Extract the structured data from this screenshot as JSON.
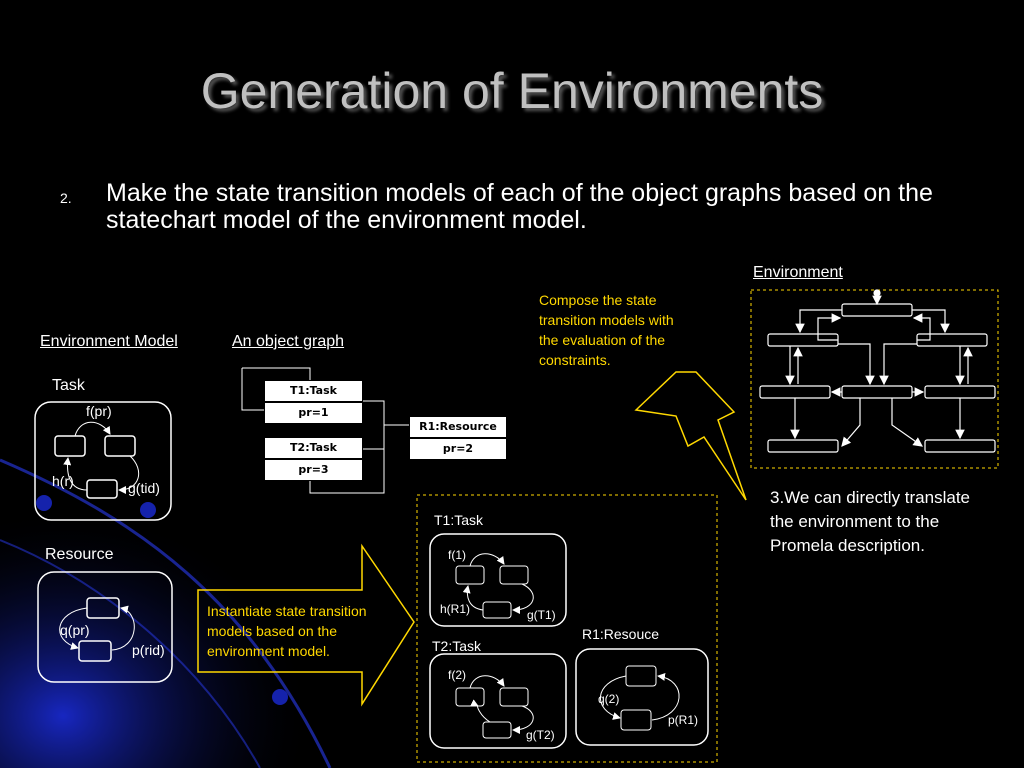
{
  "slide": {
    "title": "Generation of Environments",
    "bullet_number": "2.",
    "bullet_text": "Make the state transition models of each of the object graphs based on the statechart model of the environment model."
  },
  "labels": {
    "environment_model": "Environment Model",
    "object_graph": "An object graph",
    "environment": "Environment",
    "task": "Task",
    "resource": "Resource",
    "t1_task": "T1:Task",
    "t2_task": "T2:Task",
    "r1_resouce": "R1:Resouce"
  },
  "object_graph": {
    "t1_name": "T1:Task",
    "t1_attr": "pr=1",
    "t2_name": "T2:Task",
    "t2_attr": "pr=3",
    "r1_name": "R1:Resource",
    "r1_attr": "pr=2"
  },
  "transitions": {
    "task_f": "f(pr)",
    "task_h": "h(r)",
    "task_g": "g(tid)",
    "res_q": "q(pr)",
    "res_p": "p(rid)",
    "t1_f": "f(1)",
    "t1_h": "h(R1)",
    "t1_g": "g(T1)",
    "t2_f": "f(2)",
    "t2_g": "g(T2)",
    "r1_q": "q(2)",
    "r1_p": "p(R1)"
  },
  "callouts": {
    "compose": "Compose the state transition models with the evaluation of the constraints.",
    "instantiate": "Instantiate state transition models based on the environment model.",
    "translate": "3.We can directly translate the environment to the Promela description."
  },
  "colors": {
    "callout_text": "#ffd800",
    "title": "#c0c0c0",
    "glow": "#1a2bd6"
  }
}
